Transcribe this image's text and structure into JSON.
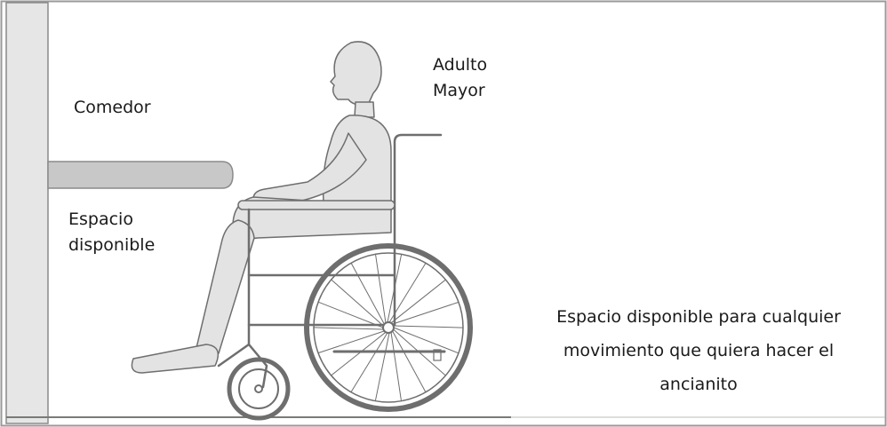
{
  "labels": {
    "comedor": "Comedor",
    "adulto_line1": "Adulto",
    "adulto_line2": "Mayor",
    "espacio_line1": "Espacio",
    "espacio_line2": "disponible",
    "espacio_amplio_line1": "Espacio disponible para cualquier",
    "espacio_amplio_line2": "movimiento que quiera hacer el",
    "espacio_amplio_line3": "ancianito"
  },
  "colors": {
    "outline": "#7a7a7a",
    "wall_fill": "#e6e6e6",
    "table_fill": "#c8c8c8",
    "figure_fill": "#e3e3e3",
    "text": "#1a1a1a"
  }
}
